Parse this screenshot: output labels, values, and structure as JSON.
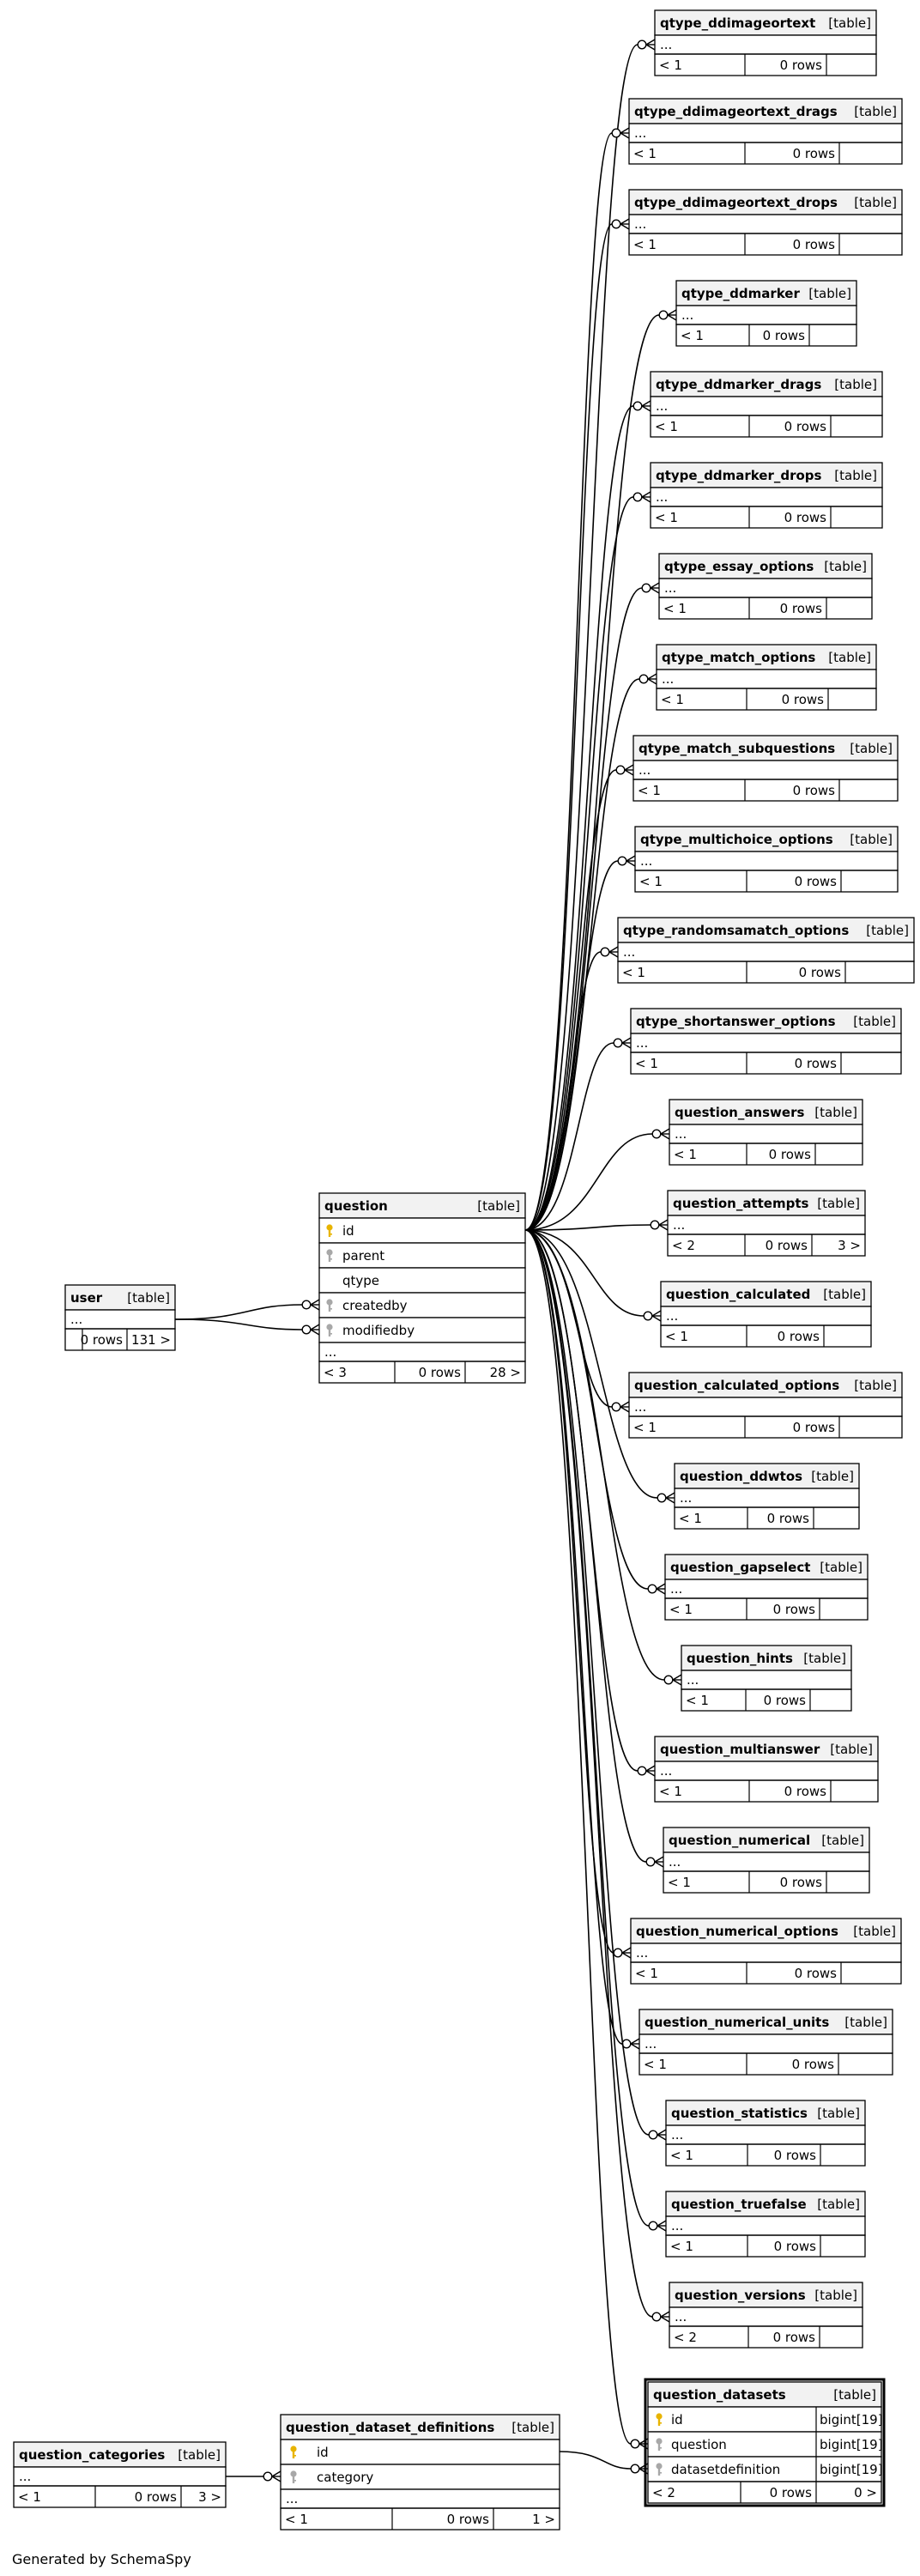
{
  "footer": "Generated by SchemaSpy",
  "center": {
    "name": "question",
    "type": "[table]",
    "columns": [
      {
        "name": "id",
        "key": "pk"
      },
      {
        "name": "parent",
        "key": "fk"
      },
      {
        "name": "qtype",
        "key": ""
      },
      {
        "name": "createdby",
        "key": "fk"
      },
      {
        "name": "modifiedby",
        "key": "fk"
      }
    ],
    "ellipsis": "...",
    "stats": {
      "parents": "< 3",
      "rows": "0 rows",
      "children": "28 >"
    }
  },
  "user": {
    "name": "user",
    "type": "[table]",
    "ellipsis": "...",
    "stats": {
      "parents": "",
      "rows": "0 rows",
      "children": "131 >"
    }
  },
  "children": [
    {
      "name": "qtype_ddimageortext",
      "type": "[table]",
      "ellipsis": "...",
      "stats": {
        "parents": "< 1",
        "rows": "0 rows",
        "children": ""
      }
    },
    {
      "name": "qtype_ddimageortext_drags",
      "type": "[table]",
      "ellipsis": "...",
      "stats": {
        "parents": "< 1",
        "rows": "0 rows",
        "children": ""
      }
    },
    {
      "name": "qtype_ddimageortext_drops",
      "type": "[table]",
      "ellipsis": "...",
      "stats": {
        "parents": "< 1",
        "rows": "0 rows",
        "children": ""
      }
    },
    {
      "name": "qtype_ddmarker",
      "type": "[table]",
      "ellipsis": "...",
      "stats": {
        "parents": "< 1",
        "rows": "0 rows",
        "children": ""
      }
    },
    {
      "name": "qtype_ddmarker_drags",
      "type": "[table]",
      "ellipsis": "...",
      "stats": {
        "parents": "< 1",
        "rows": "0 rows",
        "children": ""
      }
    },
    {
      "name": "qtype_ddmarker_drops",
      "type": "[table]",
      "ellipsis": "...",
      "stats": {
        "parents": "< 1",
        "rows": "0 rows",
        "children": ""
      }
    },
    {
      "name": "qtype_essay_options",
      "type": "[table]",
      "ellipsis": "...",
      "stats": {
        "parents": "< 1",
        "rows": "0 rows",
        "children": ""
      }
    },
    {
      "name": "qtype_match_options",
      "type": "[table]",
      "ellipsis": "...",
      "stats": {
        "parents": "< 1",
        "rows": "0 rows",
        "children": ""
      }
    },
    {
      "name": "qtype_match_subquestions",
      "type": "[table]",
      "ellipsis": "...",
      "stats": {
        "parents": "< 1",
        "rows": "0 rows",
        "children": ""
      }
    },
    {
      "name": "qtype_multichoice_options",
      "type": "[table]",
      "ellipsis": "...",
      "stats": {
        "parents": "< 1",
        "rows": "0 rows",
        "children": ""
      }
    },
    {
      "name": "qtype_randomsamatch_options",
      "type": "[table]",
      "ellipsis": "...",
      "stats": {
        "parents": "< 1",
        "rows": "0 rows",
        "children": ""
      }
    },
    {
      "name": "qtype_shortanswer_options",
      "type": "[table]",
      "ellipsis": "...",
      "stats": {
        "parents": "< 1",
        "rows": "0 rows",
        "children": ""
      }
    },
    {
      "name": "question_answers",
      "type": "[table]",
      "ellipsis": "...",
      "stats": {
        "parents": "< 1",
        "rows": "0 rows",
        "children": ""
      }
    },
    {
      "name": "question_attempts",
      "type": "[table]",
      "ellipsis": "...",
      "stats": {
        "parents": "< 2",
        "rows": "0 rows",
        "children": "3 >"
      }
    },
    {
      "name": "question_calculated",
      "type": "[table]",
      "ellipsis": "...",
      "stats": {
        "parents": "< 1",
        "rows": "0 rows",
        "children": ""
      }
    },
    {
      "name": "question_calculated_options",
      "type": "[table]",
      "ellipsis": "...",
      "stats": {
        "parents": "< 1",
        "rows": "0 rows",
        "children": ""
      }
    },
    {
      "name": "question_ddwtos",
      "type": "[table]",
      "ellipsis": "...",
      "stats": {
        "parents": "< 1",
        "rows": "0 rows",
        "children": ""
      }
    },
    {
      "name": "question_gapselect",
      "type": "[table]",
      "ellipsis": "...",
      "stats": {
        "parents": "< 1",
        "rows": "0 rows",
        "children": ""
      }
    },
    {
      "name": "question_hints",
      "type": "[table]",
      "ellipsis": "...",
      "stats": {
        "parents": "< 1",
        "rows": "0 rows",
        "children": ""
      }
    },
    {
      "name": "question_multianswer",
      "type": "[table]",
      "ellipsis": "...",
      "stats": {
        "parents": "< 1",
        "rows": "0 rows",
        "children": ""
      }
    },
    {
      "name": "question_numerical",
      "type": "[table]",
      "ellipsis": "...",
      "stats": {
        "parents": "< 1",
        "rows": "0 rows",
        "children": ""
      }
    },
    {
      "name": "question_numerical_options",
      "type": "[table]",
      "ellipsis": "...",
      "stats": {
        "parents": "< 1",
        "rows": "0 rows",
        "children": ""
      }
    },
    {
      "name": "question_numerical_units",
      "type": "[table]",
      "ellipsis": "...",
      "stats": {
        "parents": "< 1",
        "rows": "0 rows",
        "children": ""
      }
    },
    {
      "name": "question_statistics",
      "type": "[table]",
      "ellipsis": "...",
      "stats": {
        "parents": "< 1",
        "rows": "0 rows",
        "children": ""
      }
    },
    {
      "name": "question_truefalse",
      "type": "[table]",
      "ellipsis": "...",
      "stats": {
        "parents": "< 1",
        "rows": "0 rows",
        "children": ""
      }
    },
    {
      "name": "question_versions",
      "type": "[table]",
      "ellipsis": "...",
      "stats": {
        "parents": "< 2",
        "rows": "0 rows",
        "children": ""
      }
    }
  ],
  "datasets": {
    "name": "question_datasets",
    "type": "[table]",
    "columns": [
      {
        "name": "id",
        "key": "pk",
        "dtype": "bigint[19]"
      },
      {
        "name": "question",
        "key": "fk",
        "dtype": "bigint[19]"
      },
      {
        "name": "datasetdefinition",
        "key": "fk",
        "dtype": "bigint[19]"
      }
    ],
    "stats": {
      "parents": "< 2",
      "rows": "0 rows",
      "children": "0 >"
    }
  },
  "definitions": {
    "name": "question_dataset_definitions",
    "type": "[table]",
    "columns": [
      {
        "name": "id",
        "key": "pk"
      },
      {
        "name": "category",
        "key": "fk"
      }
    ],
    "ellipsis": "...",
    "stats": {
      "parents": "< 1",
      "rows": "0 rows",
      "children": "1 >"
    }
  },
  "categories": {
    "name": "question_categories",
    "type": "[table]",
    "ellipsis": "...",
    "stats": {
      "parents": "< 1",
      "rows": "0 rows",
      "children": "3 >"
    }
  }
}
